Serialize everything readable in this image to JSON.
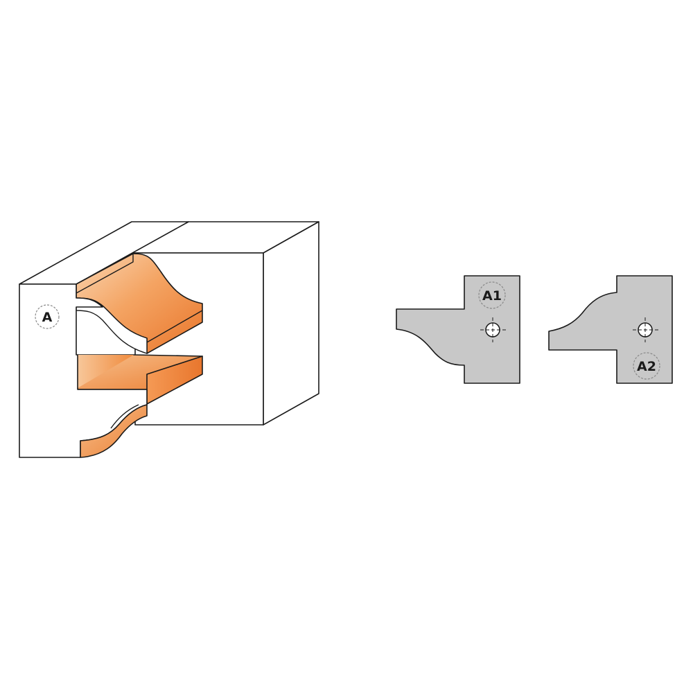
{
  "labels": {
    "profile": "A",
    "knife_1": "A1",
    "knife_2": "A2"
  },
  "colors": {
    "profile_face": "#f0873a",
    "profile_light": "#f9d6b3",
    "knife_fill": "#c8c8c8",
    "outline": "#1a1a1a",
    "background": "#ffffff"
  }
}
